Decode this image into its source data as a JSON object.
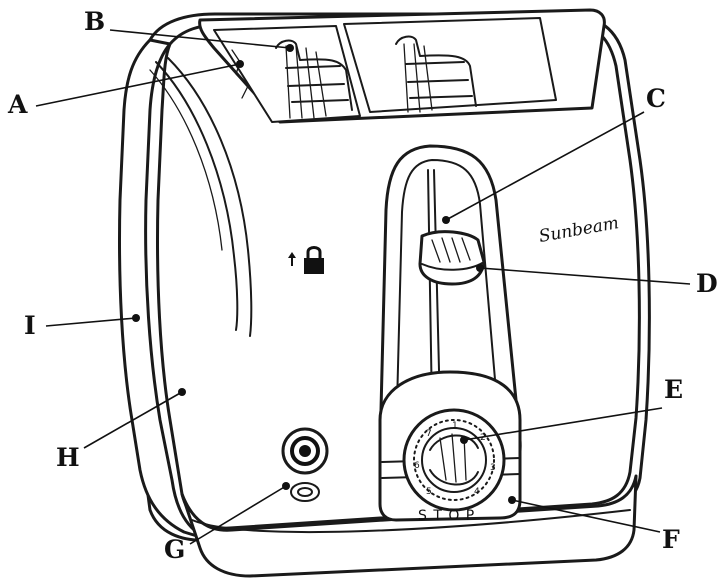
{
  "callouts": {
    "A": "A",
    "B": "B",
    "C": "C",
    "D": "D",
    "E": "E",
    "F": "F",
    "G": "G",
    "H": "H",
    "I": "I"
  },
  "brand": "Sunbeam",
  "dial_numbers": [
    "1",
    "2",
    "3",
    "4",
    "5",
    "6",
    "7"
  ],
  "stop_label": "S T O P",
  "icons": [
    "lift-arrow-icon",
    "lock-icon"
  ]
}
